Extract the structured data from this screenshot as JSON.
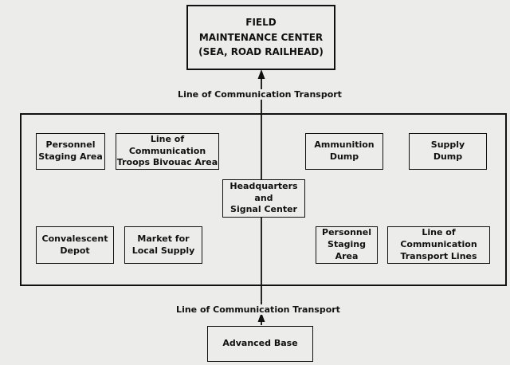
{
  "diagram": {
    "nodes": {
      "field_center": "FIELD\nMAINTENANCE CENTER\n(SEA, ROAD RAILHEAD)",
      "personnel_staging_1": "Personnel\nStaging Area",
      "loc_troops_bivouac": "Line of Communication\nTroops Bivouac Area",
      "ammunition_dump": "Ammunition\nDump",
      "supply_dump": "Supply\nDump",
      "hq_signal_center": "Headquarters and\nSignal Center",
      "convalescent_depot": "Convalescent\nDepot",
      "market_local_supply": "Market for\nLocal Supply",
      "personnel_staging_2": "Personnel\nStaging Area",
      "loc_transport_lines": "Line of Communication\nTransport Lines",
      "advanced_base": "Advanced Base"
    },
    "edge_labels": {
      "top_link": "Line of Communication Transport",
      "bottom_link": "Line of Communication Transport"
    }
  }
}
